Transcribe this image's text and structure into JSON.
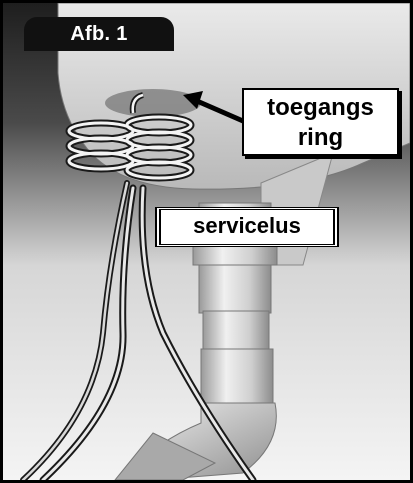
{
  "figure": {
    "tab_label": "Afb. 1"
  },
  "callouts": {
    "ring_line1": "toegangs",
    "ring_line2": "ring",
    "loop": "servicelus"
  },
  "colors": {
    "frame": "#000000",
    "tab_bg": "#111111",
    "tab_text": "#ffffff",
    "housing": "#d8d8d8",
    "background_top": "#2a2a2a",
    "background_bottom": "#f2f2f2"
  },
  "icons": {
    "arrow": "pointer-arrow-icon"
  }
}
